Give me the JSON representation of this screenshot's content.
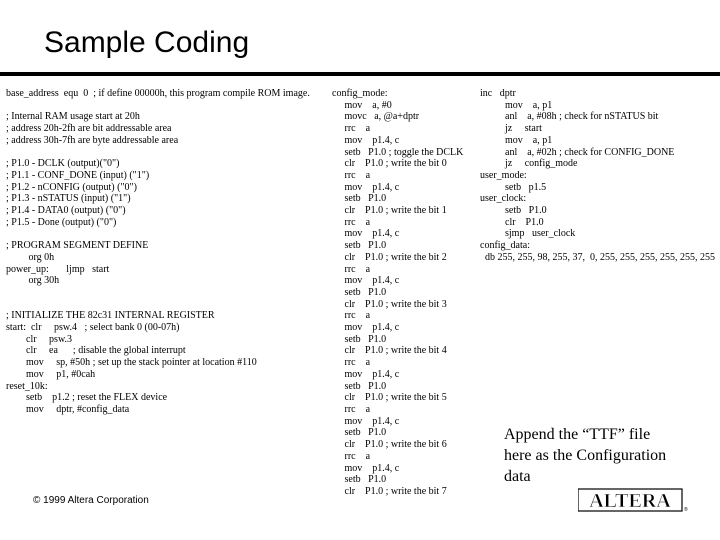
{
  "title": "Sample Coding",
  "code": {
    "column_1": "base_address  equ  0  ; if define 00000h, this program compile ROM image.\n\n; Internal RAM usage start at 20h\n; address 20h-2fh are bit addressable area\n; address 30h-7fh are byte addressable area\n\n; P1.0 - DCLK (output)(\"0\")\n; P1.1 - CONF_DONE (input) (\"1\")\n; P1.2 - nCONFIG (output) (\"0\")\n; P1.3 - nSTATUS (input) (\"1\")\n; P1.4 - DATA0 (output) (\"0\")\n; P1.5 - Done (output) (\"0\")\n\n; PROGRAM SEGMENT DEFINE\n         org 0h\npower_up:       ljmp   start\n         org 30h\n\n\n; INITIALIZE THE 82c31 INTERNAL REGISTER\nstart:  clr     psw.4   ; select bank 0 (00-07h)\n        clr     psw.3\n        clr     ea      ; disable the global interrupt\n        mov     sp, #50h ; set up the stack pointer at location #110\n        mov     p1, #0cah\nreset_10k:\n        setb    p1.2 ; reset the FLEX device\n        mov     dptr, #config_data",
    "column_2": "config_mode:\n     mov    a, #0\n     movc   a, @a+dptr\n     rrc    a\n     mov    p1.4, c\n     setb   P1.0 ; toggle the DCLK\n     clr    P1.0 ; write the bit 0\n     rrc    a\n     mov    p1.4, c\n     setb   P1.0\n     clr    P1.0 ; write the bit 1\n     rrc    a\n     mov    p1.4, c\n     setb   P1.0\n     clr    P1.0 ; write the bit 2\n     rrc    a\n     mov    p1.4, c\n     setb   P1.0\n     clr    P1.0 ; write the bit 3\n     rrc    a\n     mov    p1.4, c\n     setb   P1.0\n     clr    P1.0 ; write the bit 4\n     rrc    a\n     mov    p1.4, c\n     setb   P1.0\n     clr    P1.0 ; write the bit 5\n     rrc    a\n     mov    p1.4, c\n     setb   P1.0\n     clr    P1.0 ; write the bit 6\n     rrc    a\n     mov    p1.4, c\n     setb   P1.0\n     clr    P1.0 ; write the bit 7",
    "column_3": "inc   dptr\n          mov    a, p1\n          anl    a, #08h ; check for nSTATUS bit\n          jz     start\n          mov    a, p1\n          anl    a, #02h ; check for CONFIG_DONE\n          jz     config_mode\nuser_mode:\n          setb   p1.5\nuser_clock:\n          setb   P1.0\n          clr    P1.0\n          sjmp   user_clock\nconfig_data:\n  db 255, 255, 98, 255, 37,  0, 255, 255, 255, 255, 255, 255"
  },
  "note": "Append the “TTF” file\nhere as the Configuration\ndata",
  "footer": "© 1999 Altera Corporation",
  "logo": {
    "text": "ALTERA",
    "color": "#000000"
  }
}
